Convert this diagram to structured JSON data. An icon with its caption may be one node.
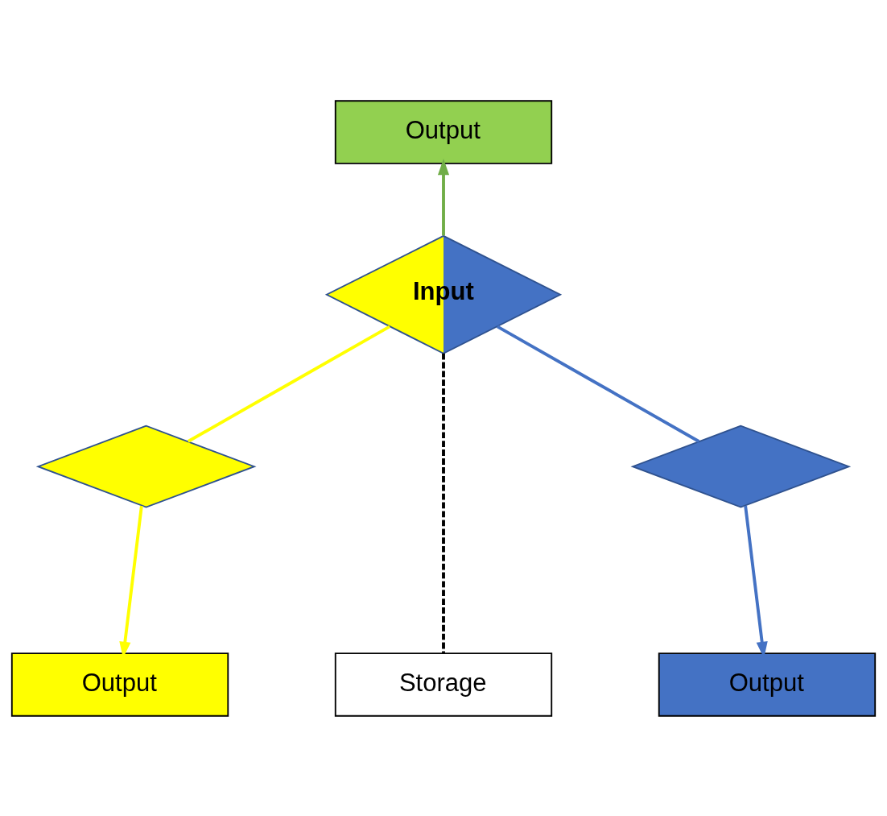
{
  "diagram": {
    "nodes": [
      {
        "text": [
          "Output"
        ]
      },
      {
        "text": [
          "Input"
        ]
      },
      {
        "text": [],
        "shape": "diamond"
      },
      {
        "text": [],
        "shape": "diamond"
      },
      {
        "text": [
          "Output"
        ]
      },
      {
        "text": [
          "Output"
        ]
      },
      {
        "text": [
          "Storage"
        ]
      }
    ],
    "edges": [
      {
        "from": 1,
        "to": 0,
        "arrow": "to",
        "color": "#70ad47"
      },
      {
        "from": 1,
        "to": 2,
        "arrow": "none",
        "color": "#ffff00"
      },
      {
        "from": 1,
        "to": 3,
        "arrow": "none",
        "color": "#4472c4"
      },
      {
        "from": 2,
        "to": 4,
        "arrow": "to",
        "color": "#ffff00"
      },
      {
        "from": 3,
        "to": 5,
        "arrow": "to",
        "color": "#4472c4"
      },
      {
        "from": 1,
        "to": 6,
        "arrow": "none",
        "style": "dashed",
        "color": "#000000"
      }
    ]
  }
}
